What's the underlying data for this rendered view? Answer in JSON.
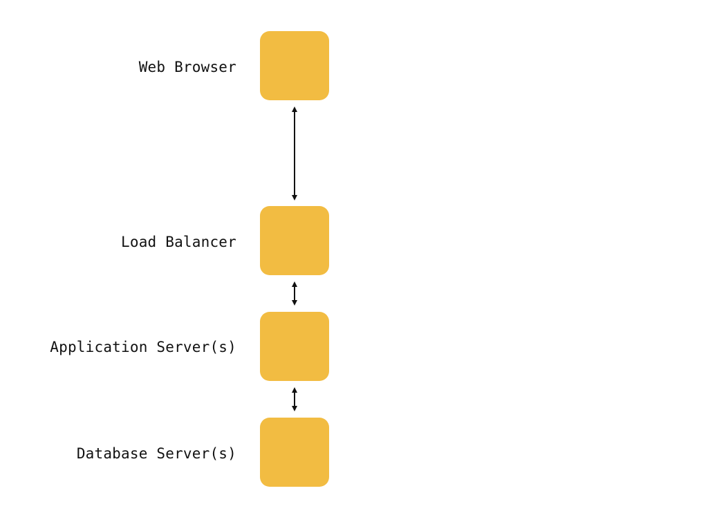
{
  "colors": {
    "node_fill": "#F2BC42",
    "connector": "#111111",
    "background": "#FFFFFF"
  },
  "nodes": [
    {
      "label": "Web Browser"
    },
    {
      "label": "Load Balancer"
    },
    {
      "label": "Application Server(s)"
    },
    {
      "label": "Database Server(s)"
    }
  ],
  "connectors": [
    {
      "from": "Web Browser",
      "to": "Load Balancer",
      "direction": "bidirectional"
    },
    {
      "from": "Load Balancer",
      "to": "Application Server(s)",
      "direction": "bidirectional"
    },
    {
      "from": "Application Server(s)",
      "to": "Database Server(s)",
      "direction": "bidirectional"
    }
  ]
}
